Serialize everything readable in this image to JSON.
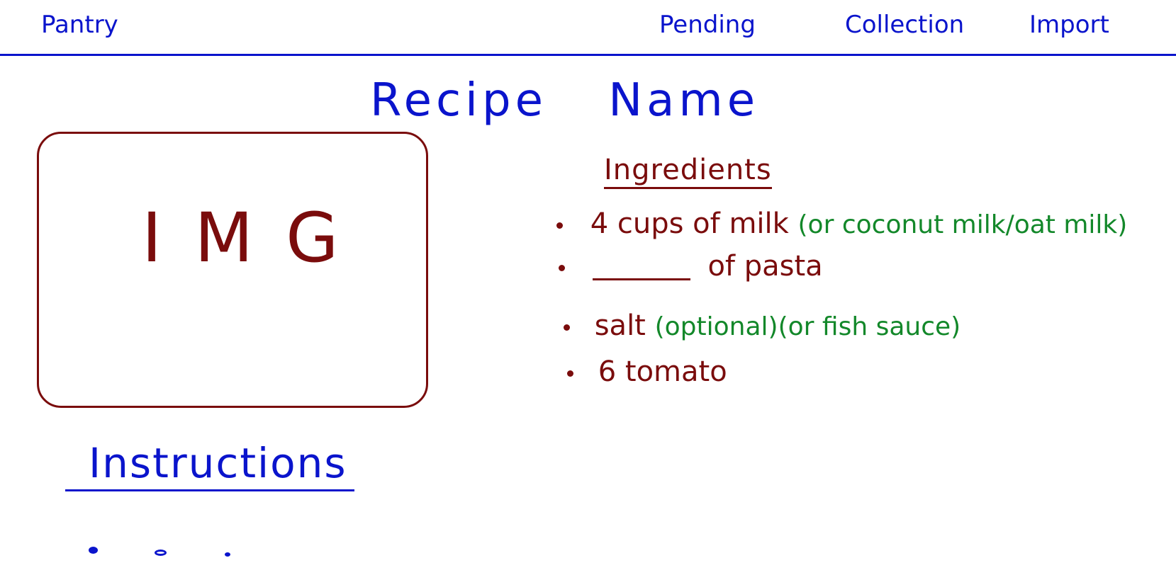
{
  "nav": {
    "pantry": "Pantry",
    "pending": "Pending",
    "collection": "Collection",
    "import": "Import"
  },
  "recipe": {
    "title": "Recipe Name",
    "image_placeholder": "IMG"
  },
  "ingredients": {
    "heading": "Ingredients",
    "items": [
      {
        "text": "4 cups of milk",
        "note": "(or coconut milk/oat milk)"
      },
      {
        "text": "of pasta",
        "note": ""
      },
      {
        "text": "salt",
        "note": "(optional)(or fish sauce)"
      },
      {
        "text": "6 tomato",
        "note": ""
      }
    ]
  },
  "instructions": {
    "heading": "Instructions"
  },
  "colors": {
    "nav_blue": "#0a14cc",
    "ingredient_red": "#7a0c0c",
    "note_green": "#13882a"
  }
}
